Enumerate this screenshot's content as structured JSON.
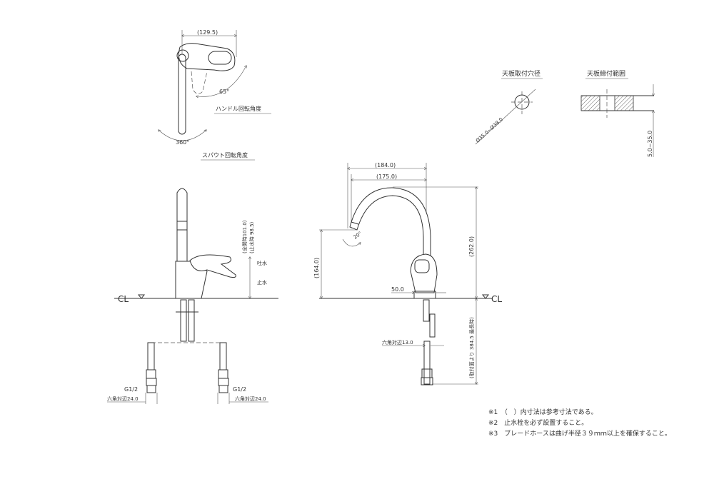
{
  "top_view": {
    "width_dim": "(129.5)",
    "handle_angle": "65°",
    "handle_label": "ハンドル回転角度",
    "spout_angle": "360°",
    "spout_label": "スパウト回転角度"
  },
  "front_view": {
    "cl_label": "CL",
    "height_full_open": "(全開時101.0)",
    "height_closed": "(止水時 98.5)",
    "label_discharge": "吐水",
    "label_stop": "止水",
    "thread_left": "G1/2",
    "thread_right": "G1/2",
    "hex_left": "六角対辺24.0",
    "hex_right": "六角対辺24.0"
  },
  "side_view": {
    "dim_reach_outer": "(184.0)",
    "dim_reach_inner": "(175.0)",
    "dim_spout_height": "(164.0)",
    "dim_total_height": "(262.0)",
    "spout_angle": "20°",
    "dim_body": "50.0",
    "cl_label": "CL",
    "hex_small": "六角対辺13.0",
    "hose_length": "(取付面より 384.5 最長時)"
  },
  "mount_hole": {
    "title": "天板取付穴径",
    "diameter": "Ø35.0~Ø38.0"
  },
  "mount_range": {
    "title": "天板締付範囲",
    "thickness": "5.0~35.0"
  },
  "notes": [
    "※1　（　）内寸法は参考寸法である。",
    "※2　止水栓を必ず設置すること。",
    "※3　ブレードホースは曲げ半径３９ｍｍ以上を確保すること。"
  ]
}
